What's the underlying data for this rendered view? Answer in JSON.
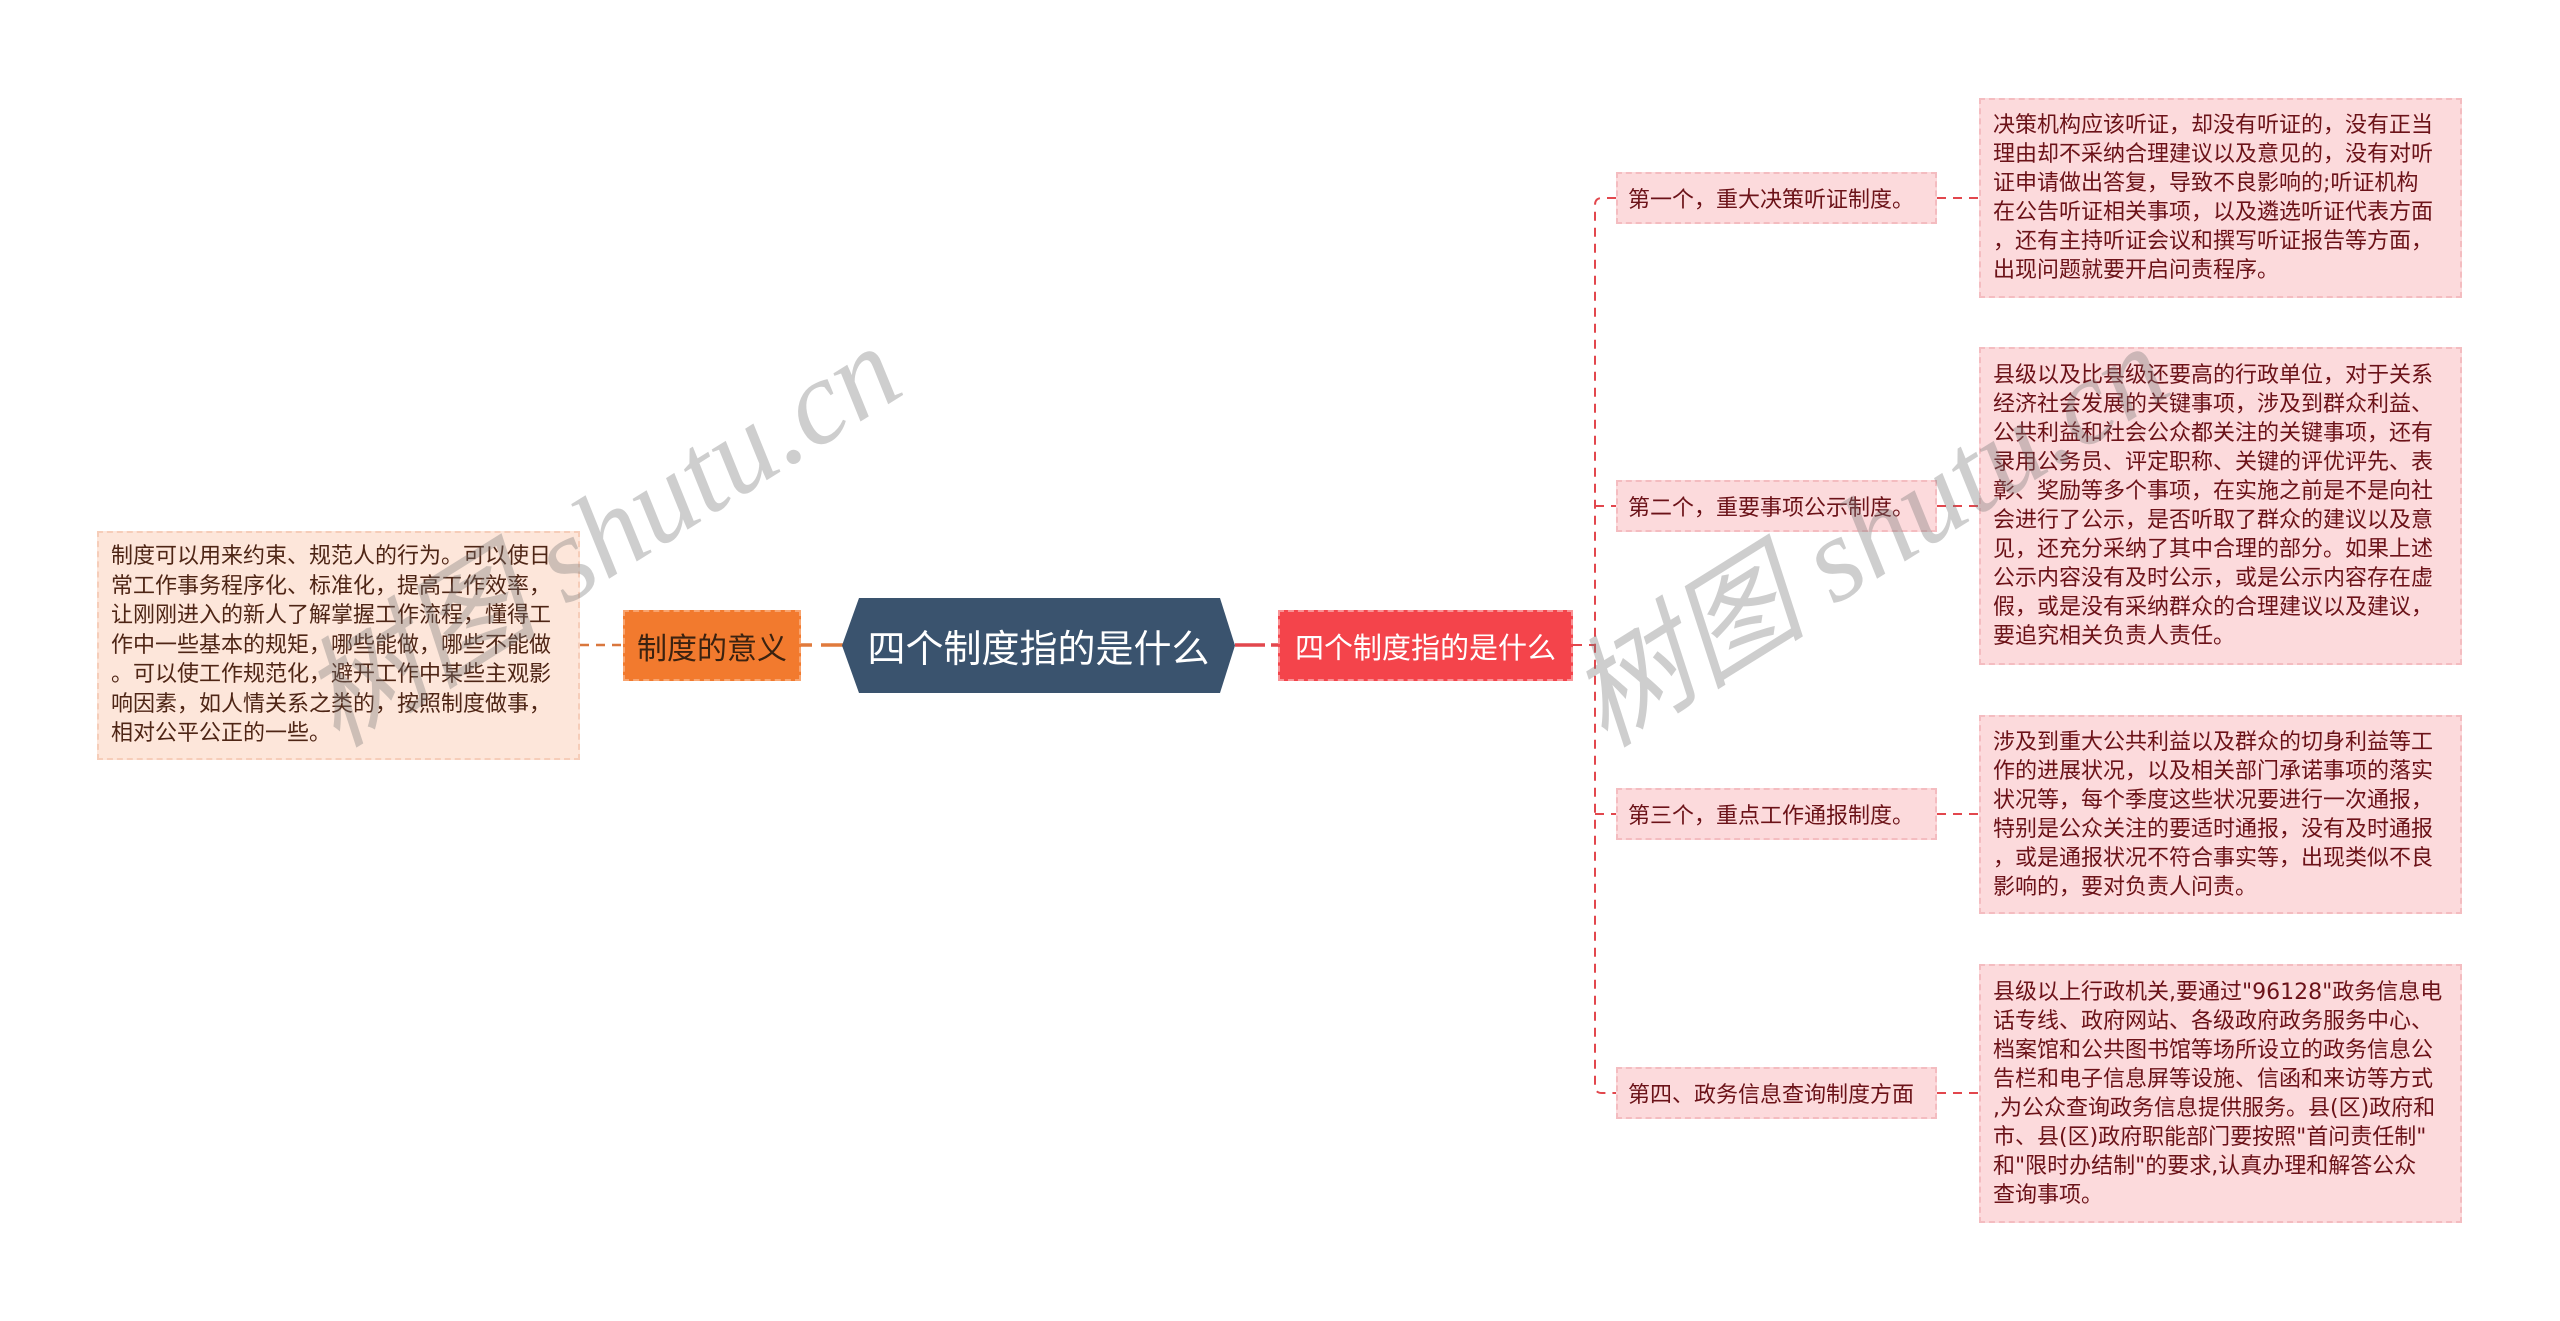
{
  "mindmap": {
    "root": {
      "label": "四个制度指的是什么"
    },
    "left_branch": {
      "label": "制度的意义",
      "detail": "制度可以用来约束、规范人的行为。可以使日\n常工作事务程序化、标准化，提高工作效率，\n让刚刚进入的新人了解掌握工作流程，懂得工\n作中一些基本的规矩，哪些能做，哪些不能做\n。可以使工作规范化，避开工作中某些主观影\n响因素，如人情关系之类的，按照制度做事，\n相对公平公正的一些。"
    },
    "right_branch": {
      "label": "四个制度指的是什么",
      "children": [
        {
          "label": "第一个，重大决策听证制度。",
          "detail": "决策机构应该听证，却没有听证的，没有正当\n理由却不采纳合理建议以及意见的，没有对听\n证申请做出答复，导致不良影响的;听证机构\n在公告听证相关事项，以及遴选听证代表方面\n，还有主持听证会议和撰写听证报告等方面，\n出现问题就要开启问责程序。"
        },
        {
          "label": "第二个，重要事项公示制度。",
          "detail": "县级以及比县级还要高的行政单位，对于关系\n经济社会发展的关键事项，涉及到群众利益、\n公共利益和社会公众都关注的关键事项，还有\n录用公务员、评定职称、关键的评优评先、表\n彰、奖励等多个事项，在实施之前是不是向社\n会进行了公示，是否听取了群众的建议以及意\n见，还充分采纳了其中合理的部分。如果上述\n公示内容没有及时公示，或是公示内容存在虚\n假，或是没有采纳群众的合理建议以及建议，\n要追究相关负责人责任。"
        },
        {
          "label": "第三个，重点工作通报制度。",
          "detail": "涉及到重大公共利益以及群众的切身利益等工\n作的进展状况，以及相关部门承诺事项的落实\n状况等，每个季度这些状况要进行一次通报，\n特别是公众关注的要适时通报，没有及时通报\n，或是通报状况不符合事实等，出现类似不良\n影响的，要对负责人问责。"
        },
        {
          "label": "第四、政务信息查询制度方面",
          "detail": "县级以上行政机关,要通过\"96128\"政务信息电\n话专线、政府网站、各级政府政务服务中心、\n档案馆和公共图书馆等场所设立的政务信息公\n告栏和电子信息屏等设施、信函和来访等方式\n,为公众查询政务信息提供服务。县(区)政府和\n市、县(区)政府职能部门要按照\"首问责任制\"\n和\"限时办结制\"的要求,认真办理和解答公众\n查询事项。"
        }
      ]
    }
  },
  "watermark": {
    "text": "树图 shutu.cn"
  },
  "colors": {
    "root_bg": "#3a536e",
    "left_node_bg": "#f27a2e",
    "left_detail_bg": "#fde6da",
    "left_connector": "#d9773d",
    "right_node_bg": "#f4444b",
    "right_detail_bg": "#fcdadc",
    "right_connector": "#e2474d",
    "right_text": "#6b1218"
  }
}
